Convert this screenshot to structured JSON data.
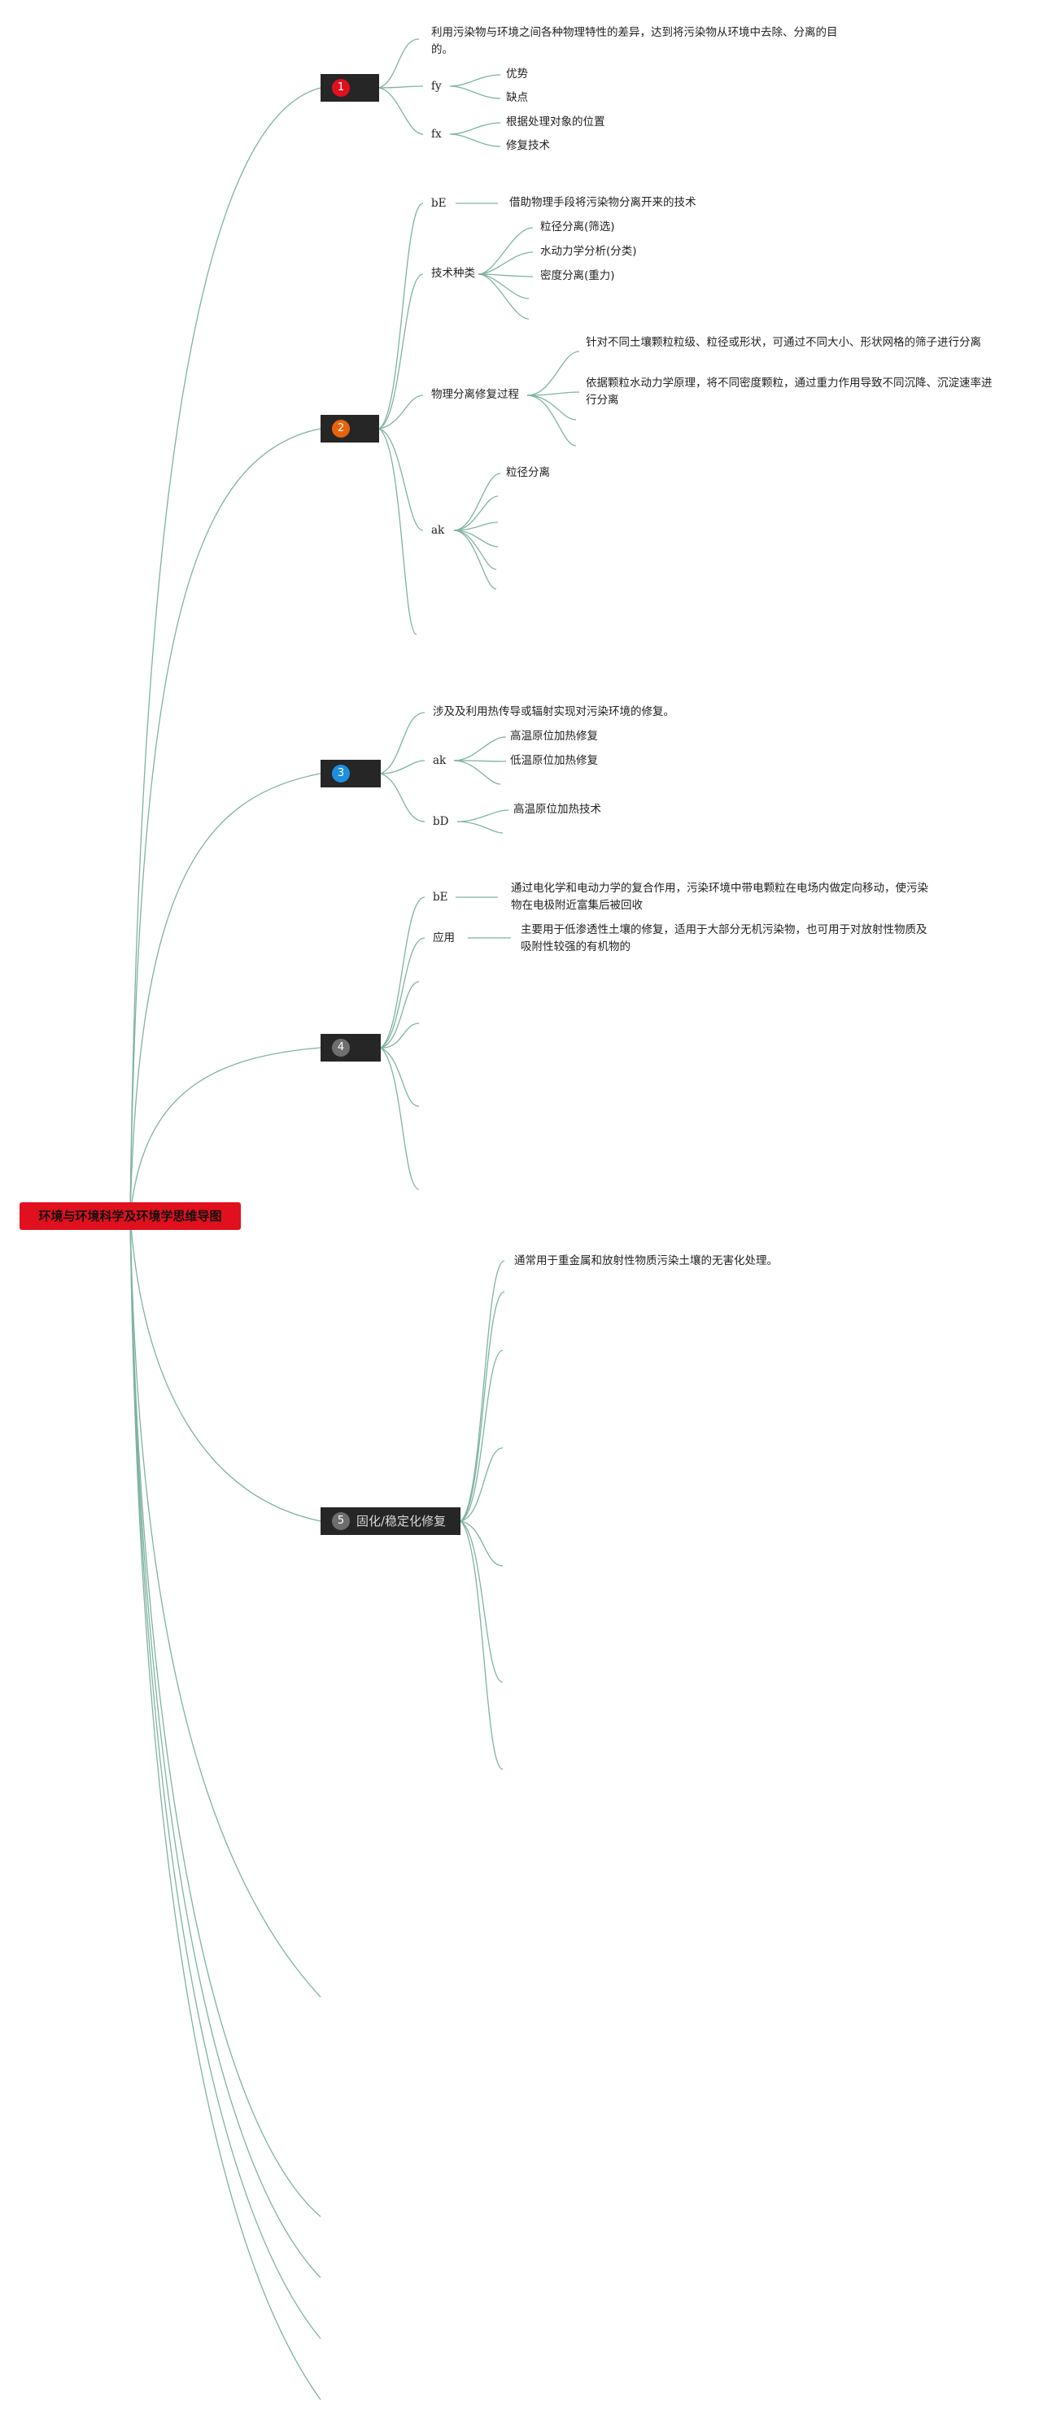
{
  "root": {
    "label": "环境与环境科学及环境学思维导图"
  },
  "branch1": {
    "num": "1",
    "color": "#e0101e",
    "label": "",
    "desc": "利用污染物与环境之间各种物理特性的差异，达到将污染物从环境中去除、分离的目的。",
    "fy": "fy",
    "fy_items": [
      "优势",
      "缺点"
    ],
    "fx": "fx",
    "fx_items": [
      "根据处理对象的位置",
      "修复技术"
    ]
  },
  "branch2": {
    "num": "2",
    "color": "#e8640c",
    "label": "",
    "bE": "bE",
    "bE_text": "借助物理手段将污染物分离开来的技术",
    "tech_label": "技术种类",
    "tech_items": [
      "粒径分离(筛选)",
      "水动力学分析(分类)",
      "密度分离(重力)"
    ],
    "process_label": "物理分离修复过程",
    "process_items": [
      "针对不同土壤颗粒粒级、粒径或形状，可通过不同大小、形状网格的筛子进行分离",
      "依据颗粒水动力学原理，将不同密度颗粒，通过重力作用导致不同沉降、沉淀速率进行分离"
    ],
    "ak": "ak",
    "ak_items": [
      "粒径分离"
    ]
  },
  "branch3": {
    "num": "3",
    "color": "#1e8fdc",
    "label": "",
    "desc": "涉及及利用热传导或辐射实现对污染环境的修复。",
    "ak": "ak",
    "ak_items": [
      "高温原位加热修复",
      "低温原位加热修复"
    ],
    "bD": "bD",
    "bD_items": [
      "高温原位加热技术"
    ]
  },
  "branch4": {
    "num": "4",
    "color": "#6e6e6e",
    "label": "",
    "bE": "bE",
    "bE_text": "通过电化学和电动力学的复合作用，污染环境中带电颗粒在电场内做定向移动，使污染物在电极附近富集后被回收",
    "app_label": "应用",
    "app_text": "主要用于低渗透性土壤的修复，适用于大部分无机污染物，也可用于对放射性物质及吸附性较强的有机物的"
  },
  "branch5": {
    "num": "5",
    "color": "#6e6e6e",
    "label": "固化/稳定化修复",
    "desc": "通常用于重金属和放射性物质污染土壤的无害化处理。"
  }
}
